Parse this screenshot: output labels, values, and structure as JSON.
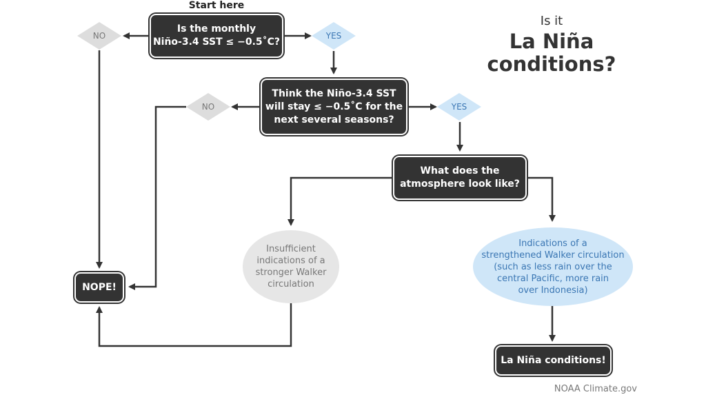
{
  "title": {
    "pre": "Is it",
    "main_line1": "La Niña",
    "main_line2": "conditions?"
  },
  "start_label": "Start here",
  "nodes": {
    "q1": "Is the monthly\nNiño-3.4 SST ≤ −0.5˚C?",
    "q2": "Think the Niño-3.4 SST\nwill stay ≤ −0.5˚C for the\nnext several seasons?",
    "q3": "What does the\natmosphere look like?",
    "nope": "NOPE!",
    "la_nina": "La Niña conditions!",
    "insufficient": "Insufficient\nindications of a\nstronger Walker\ncirculation",
    "indications": "Indications of a\nstrengthened Walker circulation\n(such as less rain over the\ncentral Pacific, more rain\nover Indonesia)"
  },
  "answers": {
    "no1": "NO",
    "yes1": "YES",
    "no2": "NO",
    "yes2": "YES"
  },
  "credit": "NOAA Climate.gov",
  "colors": {
    "dark_box": "#333333",
    "no_diamond": "#dddddd",
    "no_text": "#777777",
    "yes_diamond": "#cfe6f8",
    "yes_text": "#3a76b3",
    "gray_ellipse": "#e6e6e6",
    "blue_ellipse": "#cfe6f8",
    "arrow": "#333333"
  }
}
